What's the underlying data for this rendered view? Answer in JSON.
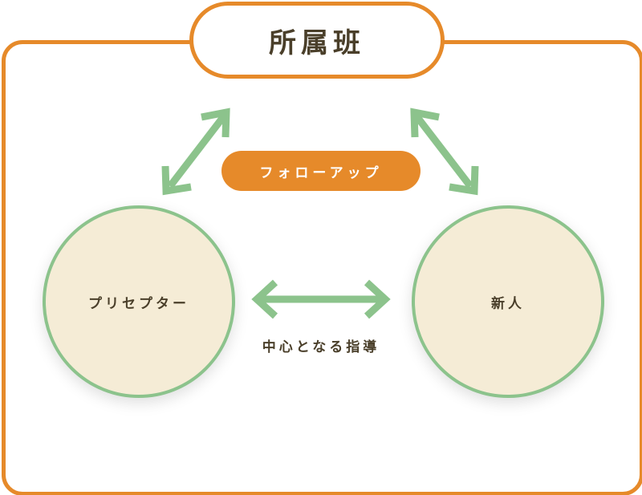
{
  "title": "所属班",
  "followup_label": "フォローアップ",
  "nodes": {
    "left": "プリセプター",
    "right": "新人"
  },
  "center_label": "中心となる指導",
  "colors": {
    "accent_orange": "#e68a2a",
    "arrow_green": "#8cc38c",
    "circle_fill": "#f5ecd6",
    "text_dark": "#4a3f2a"
  }
}
